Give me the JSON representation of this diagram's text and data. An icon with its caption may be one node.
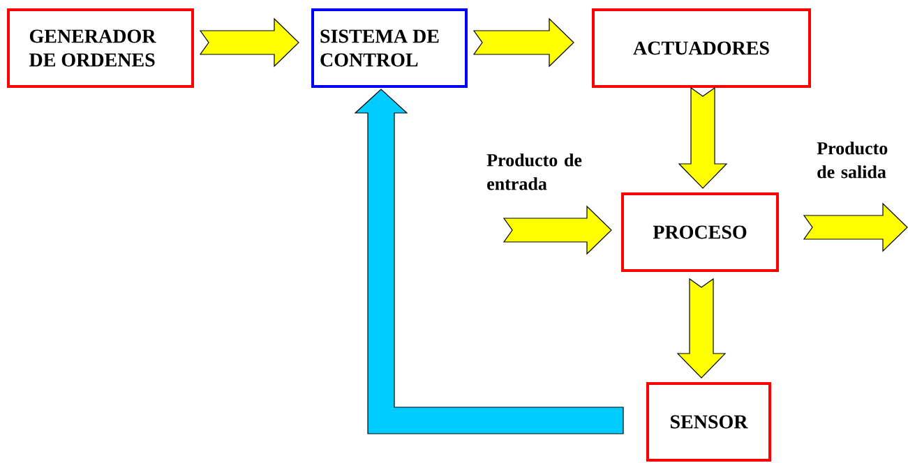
{
  "diagram": {
    "nodes": [
      {
        "text": [
          "GENERADOR DE ORDENES"
        ]
      },
      {
        "text": [
          "SISTEMA DE CONTROL"
        ]
      },
      {
        "text": [
          "ACTUADORES"
        ]
      },
      {
        "text": [
          "PROCESO"
        ]
      },
      {
        "text": [
          "SENSOR"
        ]
      }
    ],
    "edges": [
      {
        "from": 0,
        "to": 1,
        "arrow": "to"
      },
      {
        "from": 1,
        "to": 2,
        "arrow": "to"
      },
      {
        "from": 2,
        "to": 3,
        "arrow": "to"
      },
      {
        "from": null,
        "to": 3,
        "arrow": "to",
        "label": "Producto de entrada"
      },
      {
        "from": 3,
        "to": null,
        "arrow": "to",
        "label": "Producto de salida"
      },
      {
        "from": 3,
        "to": 4,
        "arrow": "to"
      },
      {
        "from": 4,
        "to": 1,
        "arrow": "to",
        "color": "#00ccff"
      }
    ]
  }
}
